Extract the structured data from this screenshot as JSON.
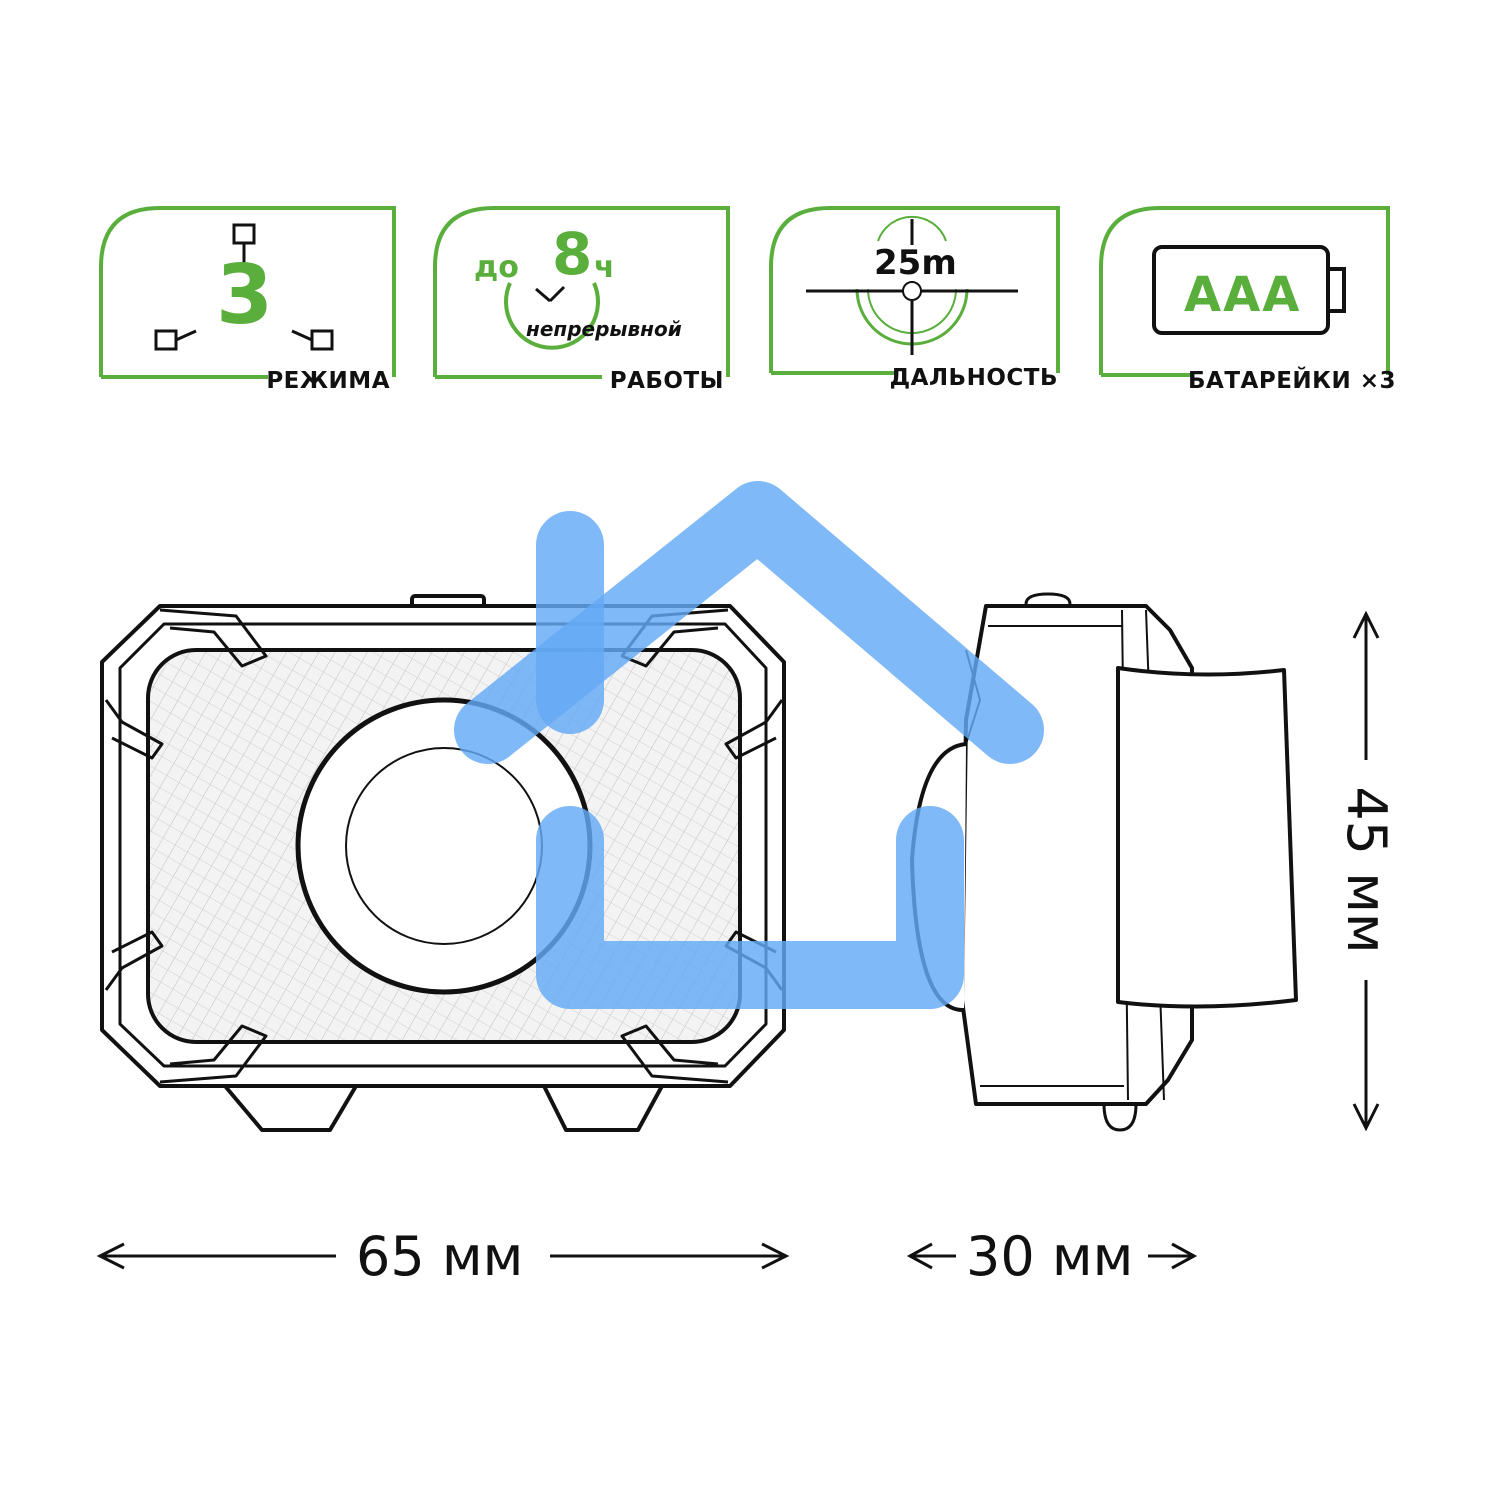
{
  "badges": {
    "modes": {
      "value": "3",
      "caption": "РЕЖИМА"
    },
    "runtime": {
      "prefix": "до",
      "value": "8",
      "unit": "ч",
      "note": "непрерывной",
      "caption": "РАБОТЫ"
    },
    "range": {
      "value": "25m",
      "caption": "ДАЛЬНОСТЬ"
    },
    "battery": {
      "value": "AAA",
      "caption": "БАТАРЕЙКИ ×3"
    }
  },
  "dimensions": {
    "width": "65 мм",
    "depth": "30 мм",
    "height": "45 мм"
  },
  "colors": {
    "accent": "#5aae3c",
    "line": "#111111",
    "overlay": "#64aaf5"
  },
  "icons": [
    "switch-icon",
    "clock-icon",
    "crosshair-icon",
    "battery-icon",
    "home-icon"
  ]
}
